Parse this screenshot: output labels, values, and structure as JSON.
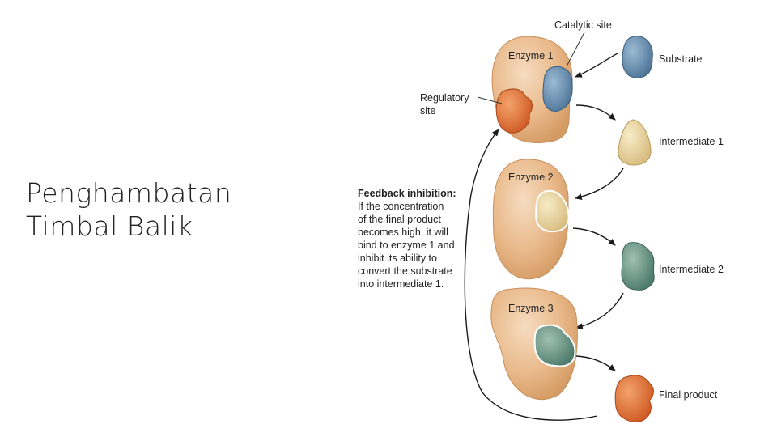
{
  "slide": {
    "title_line1": "Penghambatan",
    "title_line2": "Timbal Balik"
  },
  "diagram": {
    "labels": {
      "catalytic_site": "Catalytic site",
      "substrate": "Substrate",
      "enzyme1": "Enzyme 1",
      "regulatory_site_line1": "Regulatory",
      "regulatory_site_line2": "site",
      "intermediate1": "Intermediate 1",
      "enzyme2": "Enzyme 2",
      "intermediate2": "Intermediate 2",
      "enzyme3": "Enzyme 3",
      "final_product": "Final product"
    },
    "feedback": {
      "heading": "Feedback inhibition:",
      "lines": [
        "If the concentration",
        "of the final product",
        "becomes high, it will",
        "bind to enzyme 1 and",
        "inhibit its ability to",
        "convert the substrate",
        "into intermediate 1."
      ]
    },
    "colors": {
      "enzyme": "#e9b98a",
      "substrate": "#6d93b4",
      "intermediate1": "#e9d5a0",
      "intermediate2": "#6f9a8a",
      "final_product": "#e07a3e"
    }
  }
}
